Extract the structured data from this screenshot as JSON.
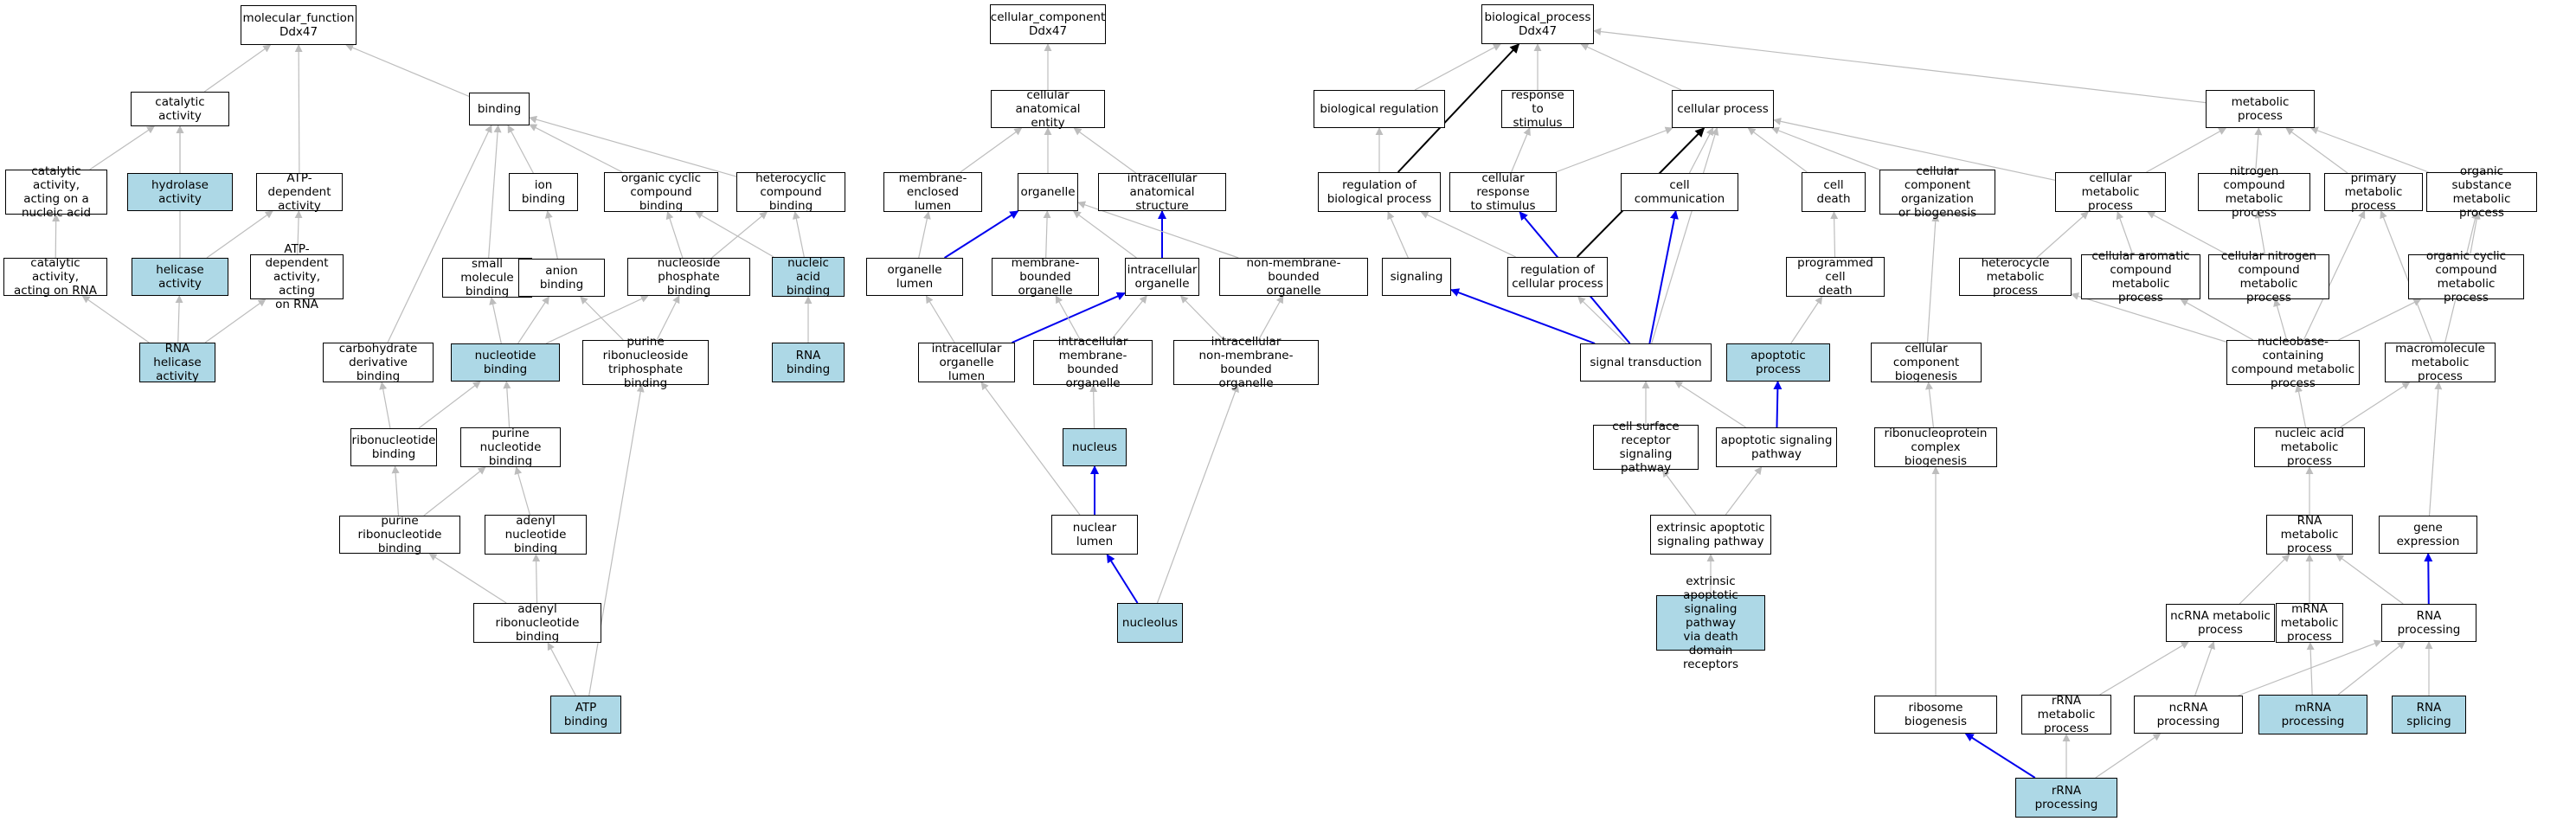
{
  "graph": {
    "nodes": [
      {
        "id": "mf",
        "label": "molecular_function\nDdx47",
        "highlighted": false
      },
      {
        "id": "catalytic",
        "label": "catalytic activity",
        "highlighted": false
      },
      {
        "id": "binding",
        "label": "binding",
        "highlighted": false
      },
      {
        "id": "cat_nucleic",
        "label": "catalytic activity,\nacting on a\nnucleic acid",
        "highlighted": false
      },
      {
        "id": "hydrolase",
        "label": "hydrolase activity",
        "highlighted": true
      },
      {
        "id": "atp_dep",
        "label": "ATP-dependent\nactivity",
        "highlighted": false
      },
      {
        "id": "cat_rna",
        "label": "catalytic activity,\nacting on RNA",
        "highlighted": false
      },
      {
        "id": "helicase",
        "label": "helicase activity",
        "highlighted": true
      },
      {
        "id": "atp_dep_rna",
        "label": "ATP-dependent\nactivity, acting\non RNA",
        "highlighted": false
      },
      {
        "id": "rna_helicase",
        "label": "RNA helicase\nactivity",
        "highlighted": true
      },
      {
        "id": "ion_binding",
        "label": "ion binding",
        "highlighted": false
      },
      {
        "id": "org_cyc_bind",
        "label": "organic cyclic\ncompound binding",
        "highlighted": false
      },
      {
        "id": "het_bind",
        "label": "heterocyclic\ncompound binding",
        "highlighted": false
      },
      {
        "id": "small_mol",
        "label": "small molecule\nbinding",
        "highlighted": false
      },
      {
        "id": "anion",
        "label": "anion binding",
        "highlighted": false
      },
      {
        "id": "nuc_phos",
        "label": "nucleoside phosphate\nbinding",
        "highlighted": false
      },
      {
        "id": "nuc_acid_bind",
        "label": "nucleic acid\nbinding",
        "highlighted": true
      },
      {
        "id": "carb",
        "label": "carbohydrate\nderivative binding",
        "highlighted": false
      },
      {
        "id": "nucleotide_bind",
        "label": "nucleotide binding",
        "highlighted": true
      },
      {
        "id": "pur_tri",
        "label": "purine ribonucleoside\ntriphosphate\nbinding",
        "highlighted": false
      },
      {
        "id": "rna_binding",
        "label": "RNA binding",
        "highlighted": true
      },
      {
        "id": "ribonuc_bind",
        "label": "ribonucleotide\nbinding",
        "highlighted": false
      },
      {
        "id": "pur_nuc_bind",
        "label": "purine nucleotide\nbinding",
        "highlighted": false
      },
      {
        "id": "pur_ribo_bind",
        "label": "purine ribonucleotide\nbinding",
        "highlighted": false
      },
      {
        "id": "adenyl_nuc",
        "label": "adenyl nucleotide\nbinding",
        "highlighted": false
      },
      {
        "id": "adenyl_ribo",
        "label": "adenyl ribonucleotide\nbinding",
        "highlighted": false
      },
      {
        "id": "atp_binding",
        "label": "ATP binding",
        "highlighted": true
      },
      {
        "id": "cc",
        "label": "cellular_component\nDdx47",
        "highlighted": false
      },
      {
        "id": "cae",
        "label": "cellular anatomical\nentity",
        "highlighted": false
      },
      {
        "id": "mem_lumen",
        "label": "membrane-enclosed\nlumen",
        "highlighted": false
      },
      {
        "id": "organelle",
        "label": "organelle",
        "highlighted": false
      },
      {
        "id": "intra_anat",
        "label": "intracellular\nanatomical structure",
        "highlighted": false
      },
      {
        "id": "org_lumen",
        "label": "organelle lumen",
        "highlighted": false
      },
      {
        "id": "mem_bound",
        "label": "membrane-bounded\norganelle",
        "highlighted": false
      },
      {
        "id": "intra_org",
        "label": "intracellular\norganelle",
        "highlighted": false
      },
      {
        "id": "non_mem",
        "label": "non-membrane-bounded\norganelle",
        "highlighted": false
      },
      {
        "id": "intra_org_lumen",
        "label": "intracellular\norganelle lumen",
        "highlighted": false
      },
      {
        "id": "intra_mem",
        "label": "intracellular\nmembrane-bounded\norganelle",
        "highlighted": false
      },
      {
        "id": "intra_non_mem",
        "label": "intracellular\nnon-membrane-bounded\norganelle",
        "highlighted": false
      },
      {
        "id": "nucleus",
        "label": "nucleus",
        "highlighted": true
      },
      {
        "id": "nuc_lumen",
        "label": "nuclear lumen",
        "highlighted": false
      },
      {
        "id": "nucleolus",
        "label": "nucleolus",
        "highlighted": true
      },
      {
        "id": "bp",
        "label": "biological_process\nDdx47",
        "highlighted": false
      },
      {
        "id": "bio_reg",
        "label": "biological regulation",
        "highlighted": false
      },
      {
        "id": "resp_stim",
        "label": "response to\nstimulus",
        "highlighted": false
      },
      {
        "id": "cell_proc",
        "label": "cellular process",
        "highlighted": false
      },
      {
        "id": "met_proc",
        "label": "metabolic process",
        "highlighted": false
      },
      {
        "id": "reg_bio",
        "label": "regulation of\nbiological process",
        "highlighted": false
      },
      {
        "id": "cell_resp",
        "label": "cellular response\nto stimulus",
        "highlighted": false
      },
      {
        "id": "cell_comm",
        "label": "cell communication",
        "highlighted": false
      },
      {
        "id": "cell_death",
        "label": "cell death",
        "highlighted": false
      },
      {
        "id": "cc_org",
        "label": "cellular component\norganization\nor biogenesis",
        "highlighted": false
      },
      {
        "id": "cell_met",
        "label": "cellular metabolic\nprocess",
        "highlighted": false
      },
      {
        "id": "nitro_met",
        "label": "nitrogen compound\nmetabolic process",
        "highlighted": false
      },
      {
        "id": "prim_met",
        "label": "primary metabolic\nprocess",
        "highlighted": false
      },
      {
        "id": "org_sub_met",
        "label": "organic substance\nmetabolic process",
        "highlighted": false
      },
      {
        "id": "signaling",
        "label": "signaling",
        "highlighted": false
      },
      {
        "id": "reg_cell",
        "label": "regulation of\ncellular process",
        "highlighted": false
      },
      {
        "id": "prog_death",
        "label": "programmed cell\ndeath",
        "highlighted": false
      },
      {
        "id": "het_met",
        "label": "heterocycle\nmetabolic process",
        "highlighted": false
      },
      {
        "id": "cell_arom",
        "label": "cellular aromatic\ncompound metabolic\nprocess",
        "highlighted": false
      },
      {
        "id": "cell_nitro",
        "label": "cellular nitrogen\ncompound metabolic\nprocess",
        "highlighted": false
      },
      {
        "id": "org_cyc_met",
        "label": "organic cyclic\ncompound metabolic\nprocess",
        "highlighted": false
      },
      {
        "id": "sig_trans",
        "label": "signal transduction",
        "highlighted": false
      },
      {
        "id": "apoptotic",
        "label": "apoptotic process",
        "highlighted": true
      },
      {
        "id": "cc_biogen",
        "label": "cellular component\nbiogenesis",
        "highlighted": false
      },
      {
        "id": "nucbase_met",
        "label": "nucleobase-containing\ncompound metabolic\nprocess",
        "highlighted": false
      },
      {
        "id": "macro_met",
        "label": "macromolecule\nmetabolic process",
        "highlighted": false
      },
      {
        "id": "cs_receptor",
        "label": "cell surface\nreceptor signaling\npathway",
        "highlighted": false
      },
      {
        "id": "apop_sig",
        "label": "apoptotic signaling\npathway",
        "highlighted": false
      },
      {
        "id": "ribonucleo_bio",
        "label": "ribonucleoprotein\ncomplex biogenesis",
        "highlighted": false
      },
      {
        "id": "nuc_acid_met",
        "label": "nucleic acid\nmetabolic process",
        "highlighted": false
      },
      {
        "id": "ext_apop",
        "label": "extrinsic apoptotic\nsignaling pathway",
        "highlighted": false
      },
      {
        "id": "rna_met",
        "label": "RNA metabolic\nprocess",
        "highlighted": false
      },
      {
        "id": "gene_exp",
        "label": "gene expression",
        "highlighted": false
      },
      {
        "id": "ext_apop_death",
        "label": "extrinsic apoptotic\nsignaling pathway\nvia death domain\nreceptors",
        "highlighted": true
      },
      {
        "id": "ncrna_met",
        "label": "ncRNA metabolic\nprocess",
        "highlighted": false
      },
      {
        "id": "mrna_met",
        "label": "mRNA metabolic\nprocess",
        "highlighted": false
      },
      {
        "id": "rna_proc",
        "label": "RNA processing",
        "highlighted": false
      },
      {
        "id": "ribo_biogen",
        "label": "ribosome biogenesis",
        "highlighted": false
      },
      {
        "id": "rrna_met",
        "label": "rRNA metabolic\nprocess",
        "highlighted": false
      },
      {
        "id": "ncrna_proc",
        "label": "ncRNA processing",
        "highlighted": false
      },
      {
        "id": "mrna_proc",
        "label": "mRNA processing",
        "highlighted": true
      },
      {
        "id": "rna_splicing",
        "label": "RNA splicing",
        "highlighted": true
      },
      {
        "id": "rrna_proc",
        "label": "rRNA processing",
        "highlighted": true
      }
    ],
    "edges": [
      [
        "catalytic",
        "mf",
        "is_a"
      ],
      [
        "binding",
        "mf",
        "is_a"
      ],
      [
        "atp_dep",
        "mf",
        "is_a"
      ],
      [
        "cat_nucleic",
        "catalytic",
        "is_a"
      ],
      [
        "hydrolase",
        "catalytic",
        "is_a"
      ],
      [
        "cat_rna",
        "cat_nucleic",
        "is_a"
      ],
      [
        "helicase",
        "catalytic",
        "is_a"
      ],
      [
        "atp_dep_rna",
        "atp_dep",
        "is_a"
      ],
      [
        "helicase",
        "atp_dep",
        "is_a"
      ],
      [
        "rna_helicase",
        "cat_rna",
        "is_a"
      ],
      [
        "rna_helicase",
        "helicase",
        "is_a"
      ],
      [
        "rna_helicase",
        "atp_dep_rna",
        "is_a"
      ],
      [
        "ion_binding",
        "binding",
        "is_a"
      ],
      [
        "org_cyc_bind",
        "binding",
        "is_a"
      ],
      [
        "het_bind",
        "binding",
        "is_a"
      ],
      [
        "small_mol",
        "binding",
        "is_a"
      ],
      [
        "carb",
        "binding",
        "is_a"
      ],
      [
        "anion",
        "ion_binding",
        "is_a"
      ],
      [
        "nuc_phos",
        "org_cyc_bind",
        "is_a"
      ],
      [
        "nuc_phos",
        "het_bind",
        "is_a"
      ],
      [
        "nuc_acid_bind",
        "org_cyc_bind",
        "is_a"
      ],
      [
        "nuc_acid_bind",
        "het_bind",
        "is_a"
      ],
      [
        "nucleotide_bind",
        "small_mol",
        "is_a"
      ],
      [
        "nucleotide_bind",
        "nuc_phos",
        "is_a"
      ],
      [
        "nucleotide_bind",
        "anion",
        "is_a"
      ],
      [
        "pur_tri",
        "anion",
        "is_a"
      ],
      [
        "pur_tri",
        "nuc_phos",
        "is_a"
      ],
      [
        "rna_binding",
        "nuc_acid_bind",
        "is_a"
      ],
      [
        "ribonuc_bind",
        "carb",
        "is_a"
      ],
      [
        "ribonuc_bind",
        "nucleotide_bind",
        "is_a"
      ],
      [
        "pur_nuc_bind",
        "nucleotide_bind",
        "is_a"
      ],
      [
        "pur_ribo_bind",
        "ribonuc_bind",
        "is_a"
      ],
      [
        "pur_ribo_bind",
        "pur_nuc_bind",
        "is_a"
      ],
      [
        "adenyl_nuc",
        "pur_nuc_bind",
        "is_a"
      ],
      [
        "adenyl_ribo",
        "pur_ribo_bind",
        "is_a"
      ],
      [
        "adenyl_ribo",
        "adenyl_nuc",
        "is_a"
      ],
      [
        "atp_binding",
        "adenyl_ribo",
        "is_a"
      ],
      [
        "atp_binding",
        "pur_tri",
        "is_a"
      ],
      [
        "cae",
        "cc",
        "is_a"
      ],
      [
        "mem_lumen",
        "cae",
        "is_a"
      ],
      [
        "organelle",
        "cae",
        "is_a"
      ],
      [
        "intra_anat",
        "cae",
        "is_a"
      ],
      [
        "org_lumen",
        "mem_lumen",
        "is_a"
      ],
      [
        "org_lumen",
        "organelle",
        "part_of"
      ],
      [
        "mem_bound",
        "organelle",
        "is_a"
      ],
      [
        "intra_org",
        "organelle",
        "is_a"
      ],
      [
        "intra_org",
        "intra_anat",
        "part_of"
      ],
      [
        "non_mem",
        "organelle",
        "is_a"
      ],
      [
        "intra_org_lumen",
        "org_lumen",
        "is_a"
      ],
      [
        "intra_org_lumen",
        "intra_org",
        "part_of"
      ],
      [
        "intra_mem",
        "mem_bound",
        "is_a"
      ],
      [
        "intra_mem",
        "intra_org",
        "is_a"
      ],
      [
        "intra_non_mem",
        "intra_org",
        "is_a"
      ],
      [
        "intra_non_mem",
        "non_mem",
        "is_a"
      ],
      [
        "nucleus",
        "intra_mem",
        "is_a"
      ],
      [
        "nuc_lumen",
        "intra_org_lumen",
        "is_a"
      ],
      [
        "nuc_lumen",
        "nucleus",
        "part_of"
      ],
      [
        "nucleolus",
        "nuc_lumen",
        "part_of"
      ],
      [
        "nucleolus",
        "intra_non_mem",
        "is_a"
      ],
      [
        "bio_reg",
        "bp",
        "is_a"
      ],
      [
        "resp_stim",
        "bp",
        "is_a"
      ],
      [
        "cell_proc",
        "bp",
        "is_a"
      ],
      [
        "met_proc",
        "bp",
        "is_a"
      ],
      [
        "reg_bio",
        "bio_reg",
        "is_a"
      ],
      [
        "reg_bio",
        "bp",
        "regulates"
      ],
      [
        "cell_resp",
        "resp_stim",
        "is_a"
      ],
      [
        "cell_resp",
        "cell_proc",
        "is_a"
      ],
      [
        "cell_comm",
        "cell_proc",
        "is_a"
      ],
      [
        "cell_death",
        "cell_proc",
        "is_a"
      ],
      [
        "cc_org",
        "cell_proc",
        "is_a"
      ],
      [
        "cell_met",
        "cell_proc",
        "is_a"
      ],
      [
        "cell_met",
        "met_proc",
        "is_a"
      ],
      [
        "nitro_met",
        "met_proc",
        "is_a"
      ],
      [
        "prim_met",
        "met_proc",
        "is_a"
      ],
      [
        "org_sub_met",
        "met_proc",
        "is_a"
      ],
      [
        "signaling",
        "reg_bio",
        "is_a"
      ],
      [
        "reg_cell",
        "reg_bio",
        "is_a"
      ],
      [
        "reg_cell",
        "cell_proc",
        "regulates"
      ],
      [
        "prog_death",
        "cell_death",
        "is_a"
      ],
      [
        "het_met",
        "cell_met",
        "is_a"
      ],
      [
        "cell_arom",
        "cell_met",
        "is_a"
      ],
      [
        "cell_nitro",
        "cell_met",
        "is_a"
      ],
      [
        "cell_nitro",
        "nitro_met",
        "is_a"
      ],
      [
        "org_cyc_met",
        "org_sub_met",
        "is_a"
      ],
      [
        "sig_trans",
        "signaling",
        "part_of"
      ],
      [
        "sig_trans",
        "cell_resp",
        "part_of"
      ],
      [
        "sig_trans",
        "cell_comm",
        "part_of"
      ],
      [
        "sig_trans",
        "reg_cell",
        "is_a"
      ],
      [
        "sig_trans",
        "cell_proc",
        "is_a"
      ],
      [
        "apoptotic",
        "prog_death",
        "is_a"
      ],
      [
        "cc_biogen",
        "cc_org",
        "is_a"
      ],
      [
        "nucbase_met",
        "het_met",
        "is_a"
      ],
      [
        "nucbase_met",
        "cell_arom",
        "is_a"
      ],
      [
        "nucbase_met",
        "cell_nitro",
        "is_a"
      ],
      [
        "nucbase_met",
        "prim_met",
        "is_a"
      ],
      [
        "nucbase_met",
        "org_cyc_met",
        "is_a"
      ],
      [
        "macro_met",
        "org_sub_met",
        "is_a"
      ],
      [
        "macro_met",
        "prim_met",
        "is_a"
      ],
      [
        "cs_receptor",
        "sig_trans",
        "is_a"
      ],
      [
        "apop_sig",
        "sig_trans",
        "is_a"
      ],
      [
        "apop_sig",
        "apoptotic",
        "part_of"
      ],
      [
        "ribonucleo_bio",
        "cc_biogen",
        "is_a"
      ],
      [
        "nuc_acid_met",
        "nucbase_met",
        "is_a"
      ],
      [
        "nuc_acid_met",
        "macro_met",
        "is_a"
      ],
      [
        "ext_apop",
        "cs_receptor",
        "is_a"
      ],
      [
        "ext_apop",
        "apop_sig",
        "is_a"
      ],
      [
        "rna_met",
        "nuc_acid_met",
        "is_a"
      ],
      [
        "gene_exp",
        "macro_met",
        "is_a"
      ],
      [
        "ext_apop_death",
        "ext_apop",
        "is_a"
      ],
      [
        "ncrna_met",
        "rna_met",
        "is_a"
      ],
      [
        "mrna_met",
        "rna_met",
        "is_a"
      ],
      [
        "rna_proc",
        "rna_met",
        "is_a"
      ],
      [
        "rna_proc",
        "gene_exp",
        "part_of"
      ],
      [
        "ribo_biogen",
        "ribonucleo_bio",
        "is_a"
      ],
      [
        "rrna_met",
        "ncrna_met",
        "is_a"
      ],
      [
        "ncrna_proc",
        "ncrna_met",
        "is_a"
      ],
      [
        "ncrna_proc",
        "rna_proc",
        "is_a"
      ],
      [
        "mrna_proc",
        "mrna_met",
        "is_a"
      ],
      [
        "mrna_proc",
        "rna_proc",
        "is_a"
      ],
      [
        "rna_splicing",
        "rna_proc",
        "is_a"
      ],
      [
        "rrna_proc",
        "ribo_biogen",
        "part_of"
      ],
      [
        "rrna_proc",
        "rrna_met",
        "is_a"
      ],
      [
        "rrna_proc",
        "ncrna_proc",
        "is_a"
      ]
    ],
    "edge_colors": {
      "is_a": "#bdbdbd",
      "part_of": "#0000ee",
      "regulates": "#000000"
    },
    "highlight_color": "#add8e6"
  }
}
